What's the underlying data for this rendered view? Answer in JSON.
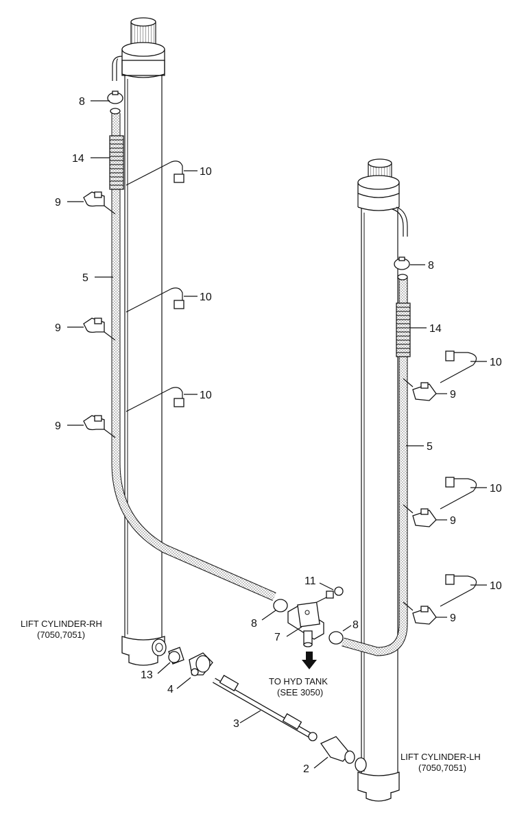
{
  "diagram": {
    "callouts": {
      "rh_clamp_top": "8",
      "rh_sleeve": "14",
      "rh_clip_1": "9",
      "rh_hose": "5",
      "rh_clip_2": "9",
      "rh_clip_3": "9",
      "rh_tie_1": "10",
      "rh_tie_2": "10",
      "rh_tie_3": "10",
      "lh_clamp_top": "8",
      "lh_sleeve": "14",
      "lh_tie_1": "10",
      "lh_clip_1": "9",
      "lh_hose": "5",
      "lh_tie_2": "10",
      "lh_clip_2": "9",
      "lh_tie_3": "10",
      "lh_clip_3": "9",
      "bolt": "11",
      "tee_clamp_left": "8",
      "tee_clamp_right": "8",
      "tee": "7",
      "plug": "13",
      "valve": "4",
      "tube": "3",
      "fitting": "2"
    },
    "rh_cylinder_label": "LIFT CYLINDER-RH",
    "rh_cylinder_codes": "(7050,7051)",
    "lh_cylinder_label": "LIFT CYLINDER-LH",
    "lh_cylinder_codes": "(7050,7051)",
    "tank_label": "TO HYD TANK",
    "tank_ref": "(SEE 3050)",
    "colors": {
      "line": "#111111",
      "hose_dots": "#777777",
      "background": "#ffffff"
    }
  }
}
